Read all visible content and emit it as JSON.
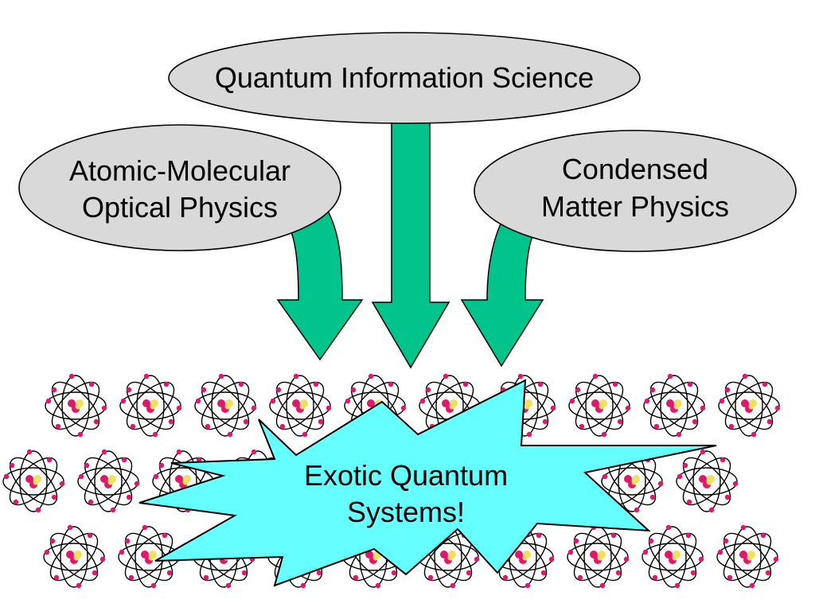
{
  "nodes": {
    "top": {
      "label": "Quantum Information Science"
    },
    "left": {
      "lines": [
        "Atomic-Molecular",
        "Optical Physics"
      ]
    },
    "right": {
      "lines": [
        "Condensed",
        "Matter Physics"
      ]
    },
    "burst": {
      "lines": [
        "Exotic Quantum",
        "Systems!"
      ]
    }
  },
  "atoms": {
    "rows": 3,
    "per_row": [
      10,
      10,
      10
    ]
  },
  "colors": {
    "ellipse_fill": "#d9d9d9",
    "arrow_fill": "#00c48c",
    "burst_fill": "#66ffff",
    "electron": "#e0186c",
    "nucleus_red": "#e0186c",
    "nucleus_yellow": "#f0e060",
    "outline": "#000000"
  },
  "icons": {
    "atom": "atom-icon",
    "arrow": "arrow-down-icon",
    "burst": "explosion-burst-icon"
  }
}
